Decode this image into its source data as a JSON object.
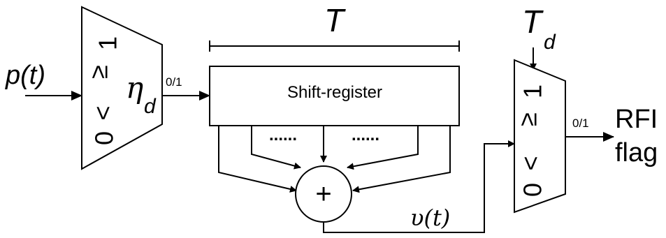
{
  "labels": {
    "input_signal": "p(t)",
    "threshold_eta": "η",
    "threshold_eta_sub": "d",
    "binary_1": "0/1",
    "window_T": "T",
    "shift_register": "Shift-register",
    "dots": "......",
    "sum": "+",
    "sum_output": "υ(t)",
    "threshold_Td": "T",
    "threshold_Td_sub": "d",
    "binary_2": "0/1",
    "output_line1": "RFI",
    "output_line2": "flag"
  },
  "comparator_left": {
    "top": "1",
    "ge": "≥",
    "lt": "<",
    "bottom": "0"
  },
  "comparator_right": {
    "top": "1",
    "ge": "≥",
    "lt": "<",
    "bottom": "0"
  }
}
